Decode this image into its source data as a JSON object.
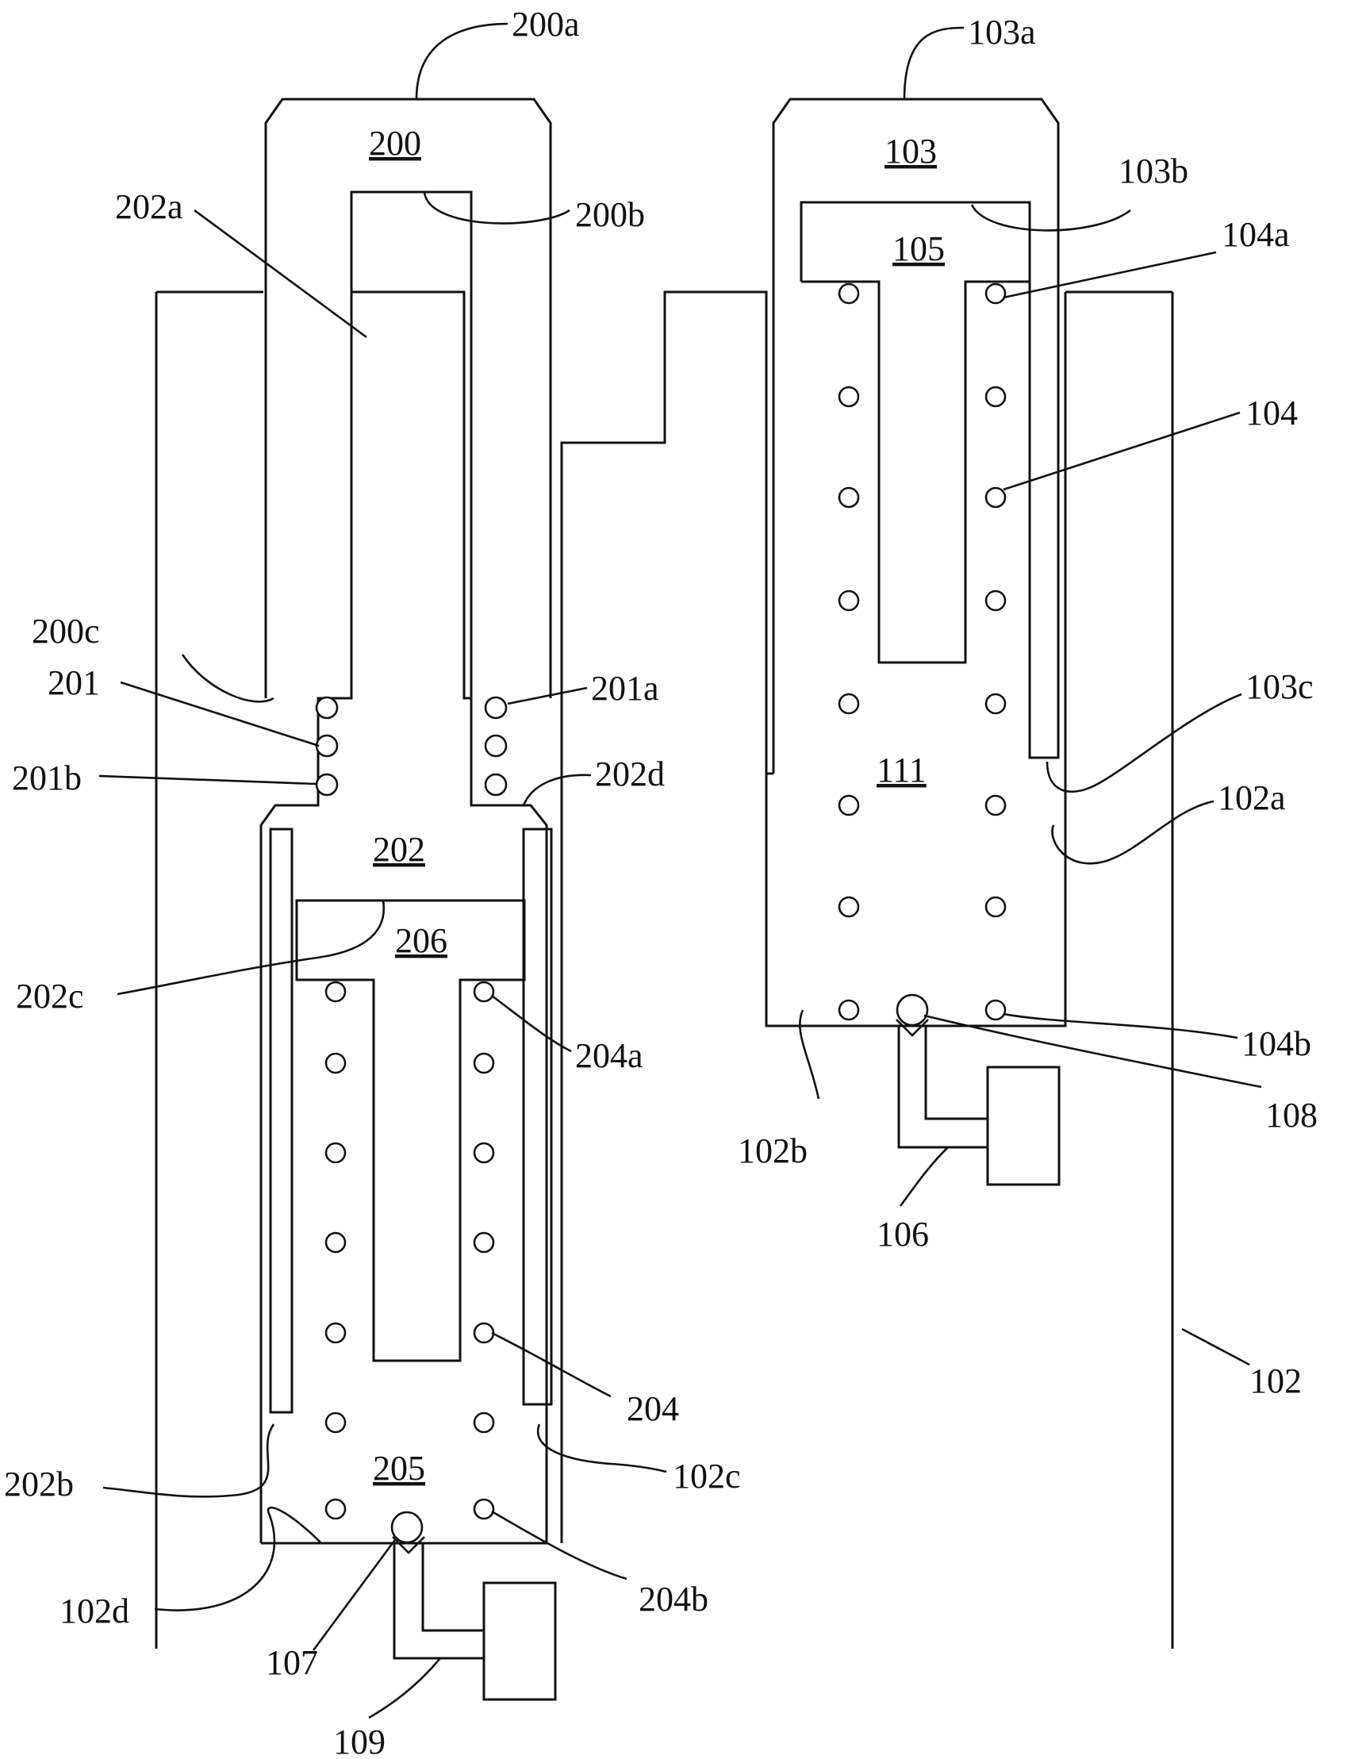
{
  "labels": {
    "n200a": "200a",
    "n103a": "103a",
    "n200": "200",
    "n103": "103",
    "n103b": "103b",
    "n202a": "202a",
    "n200b": "200b",
    "n105": "105",
    "n104a": "104a",
    "n104": "104",
    "n200c": "200c",
    "n201": "201",
    "n201a": "201a",
    "n103c": "103c",
    "n111": "111",
    "n201b": "201b",
    "n202d": "202d",
    "n102a": "102a",
    "n202": "202",
    "n206": "206",
    "n202c": "202c",
    "n204a": "204a",
    "n104b": "104b",
    "n108": "108",
    "n102b": "102b",
    "n106": "106",
    "n102": "102",
    "n204": "204",
    "n205": "205",
    "n102c": "102c",
    "n202b": "202b",
    "n204b": "204b",
    "n102d": "102d",
    "n107": "107",
    "n109": "109"
  }
}
